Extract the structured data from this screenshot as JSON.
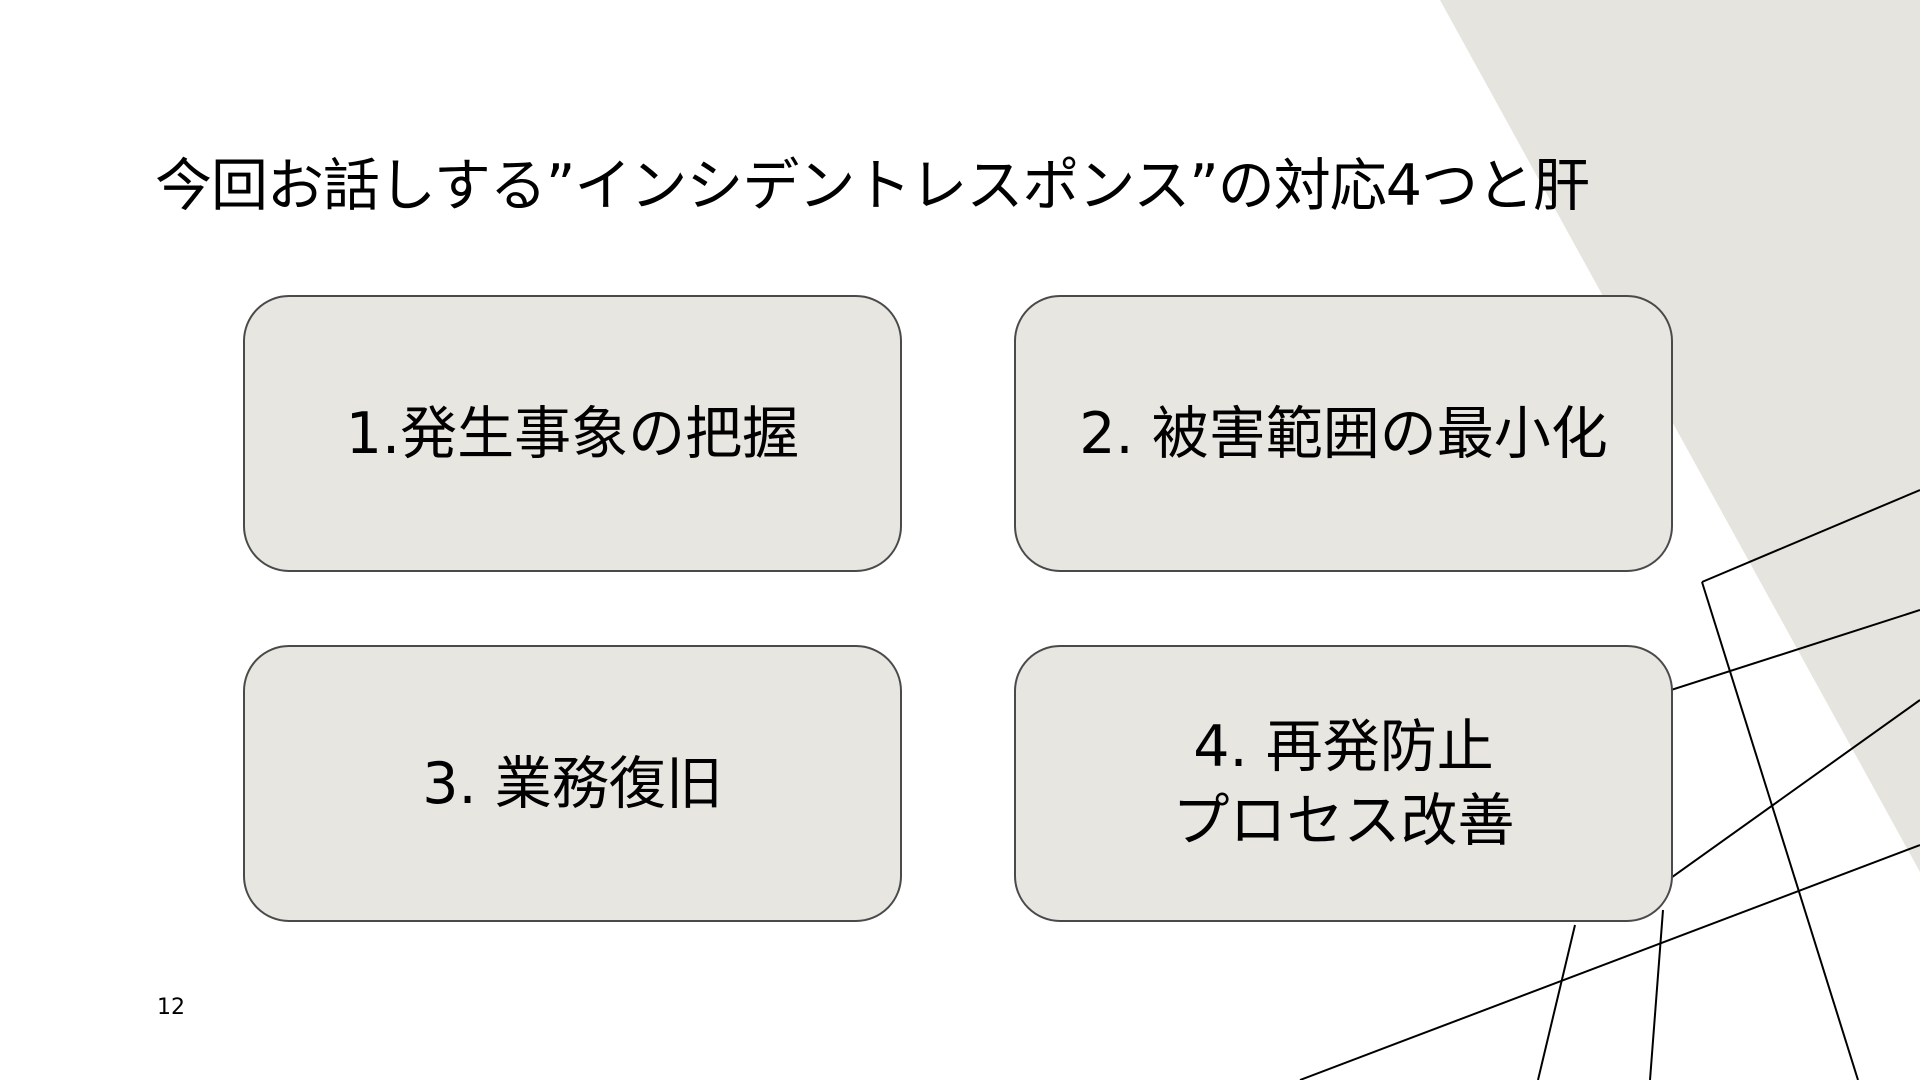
{
  "slide": {
    "title": "今回お話しする”インシデントレスポンス”の対応4つと肝",
    "page_number": "12"
  },
  "cards": [
    {
      "label": "1.発生事象の把握"
    },
    {
      "label": "2. 被害範囲の最小化"
    },
    {
      "label": "3. 業務復旧"
    },
    {
      "label_line1": "4. 再発防止",
      "label_line2": "プロセス改善"
    }
  ],
  "colors": {
    "card_fill": "#e8e6e1",
    "card_border": "#4a4a4a",
    "accent_shape": "#e6e4df",
    "line_color": "#000000",
    "background": "#ffffff"
  }
}
